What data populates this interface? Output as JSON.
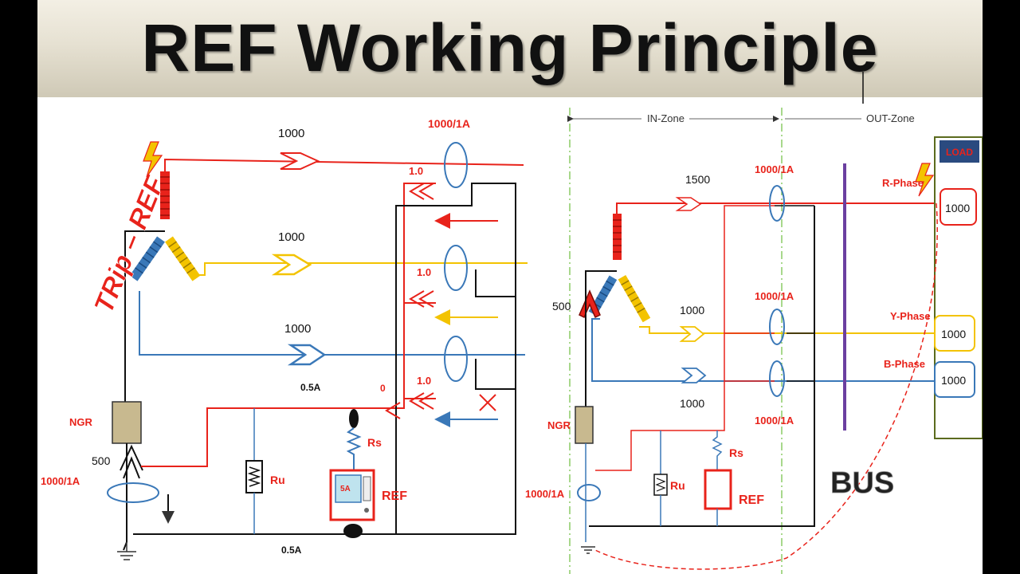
{
  "title": "REF Working Principle",
  "left": {
    "trip_text": "TRip – REF",
    "r_flow": "1000",
    "y_flow": "1000",
    "b_flow": "1000",
    "ct_ratio_top": "1000/1A",
    "ct_r_current": "1.0",
    "ct_y_current": "1.0",
    "ct_b_current": "1.0",
    "relay_current_a": "0.5A",
    "sum_current": "0",
    "relay_current_b": "0.5A",
    "ngr": "NGR",
    "neutral_flow": "500",
    "neutral_ct": "1000/1A",
    "ru": "Ru",
    "rs": "Rs",
    "relay_display": "5A",
    "ref": "REF"
  },
  "right": {
    "in_zone": "IN-Zone",
    "out_zone": "OUT-Zone",
    "load": "LOAD",
    "r_flow": "1500",
    "ct_r": "1000/1A",
    "r_phase": "R-Phase",
    "r_load": "1000",
    "fault_flow": "500",
    "y_flow": "1000",
    "ct_y": "1000/1A",
    "y_phase": "Y-Phase",
    "y_load": "1000",
    "b_flow": "1000",
    "b_phase": "B-Phase",
    "b_load": "1000",
    "ct_b": "1000/1A",
    "ngr": "NGR",
    "neutral_ct": "1000/1A",
    "ru": "Ru",
    "rs": "Rs",
    "ref": "REF",
    "bus": "BUS"
  },
  "colors": {
    "r_phase": "#e8231b",
    "y_phase": "#f3c300",
    "b_phase": "#3a78b8",
    "label_red": "#e8231b",
    "bus": "#6b3fa0",
    "zone_line": "#6fbf3f",
    "load_box": "#2a4a7f"
  }
}
